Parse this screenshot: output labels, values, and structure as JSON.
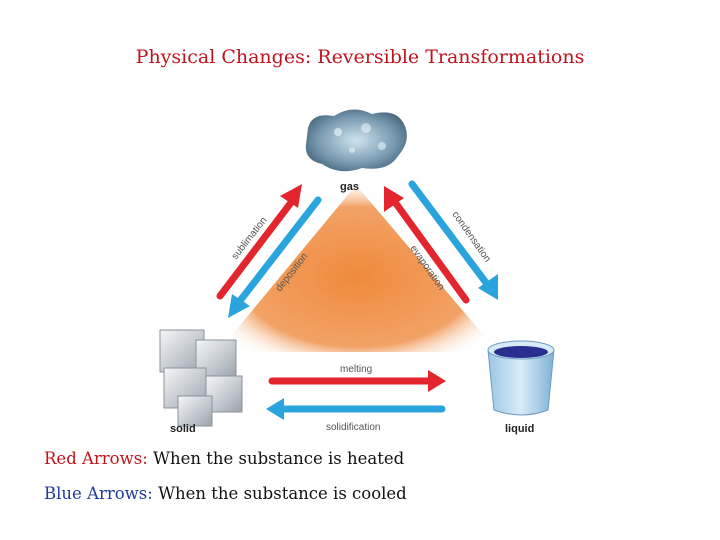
{
  "title": "Physical Changes: Reversible Transformations",
  "states": {
    "gas": "gas",
    "solid": "solid",
    "liquid": "liquid"
  },
  "transitions": {
    "sublimation": "sublimation",
    "deposition": "deposition",
    "condensation": "condensation",
    "evaporation": "evaporation",
    "melting": "melting",
    "solidification": "solidification"
  },
  "legend": {
    "red_key": "Red Arrows:",
    "red_desc": "When the substance is heated",
    "blue_key": "Blue Arrows:",
    "blue_desc": "When the substance is cooled"
  },
  "colors": {
    "heated_arrow": "#e3262d",
    "cooled_arrow": "#2aa4dd",
    "triangle": "#f08a3c"
  }
}
